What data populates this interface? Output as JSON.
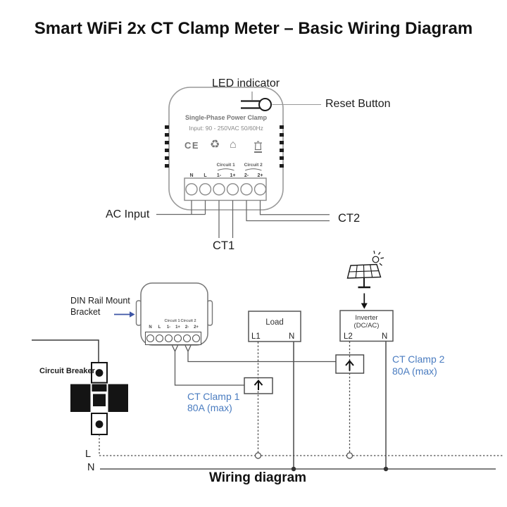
{
  "title": "Smart WiFi 2x CT Clamp Meter – Basic Wiring Diagram",
  "colors": {
    "ct_label_blue": "#4a7cc0",
    "din_arrow_blue": "#3d55a5",
    "line_dark": "#3c3c3c",
    "device_outline_gray": "#9a9a9a"
  },
  "callouts": {
    "led": "LED indicator",
    "reset": "Reset Button",
    "ac_input": "AC Input",
    "ct1": "CT1",
    "ct2": "CT2"
  },
  "device": {
    "name": "Single-Phase Power Clamp",
    "input_rating": "Input: 90 - 250VAC 50/60Hz",
    "ce_mark": "CE",
    "icons": {
      "recycle_icon": "♻",
      "home_icon": "⌂"
    },
    "circuit1_label": "Circuit 1",
    "circuit2_label": "Circuit 2",
    "terminals": [
      "N",
      "L",
      "1-",
      "1+",
      "2-",
      "2+"
    ]
  },
  "wiring": {
    "din_label_line1": "DIN Rail Mount",
    "din_label_line2": "Bracket",
    "circuit_breaker": "Circuit Breaker",
    "mini_device": {
      "circuit1": "Circuit 1",
      "circuit2": "Circuit 2"
    },
    "load": {
      "label": "Load",
      "left_terminal": "L1",
      "right_terminal": "N"
    },
    "inverter": {
      "label_line1": "Inverter",
      "label_line2": "(DC/AC)",
      "left_terminal": "L2",
      "right_terminal": "N"
    },
    "ct_clamp1": {
      "line1": "CT Clamp 1",
      "line2": "80A (max)"
    },
    "ct_clamp2": {
      "line1": "CT Clamp 2",
      "line2": "80A (max)"
    },
    "bus_l": "L",
    "bus_n": "N",
    "caption": "Wiring diagram"
  }
}
